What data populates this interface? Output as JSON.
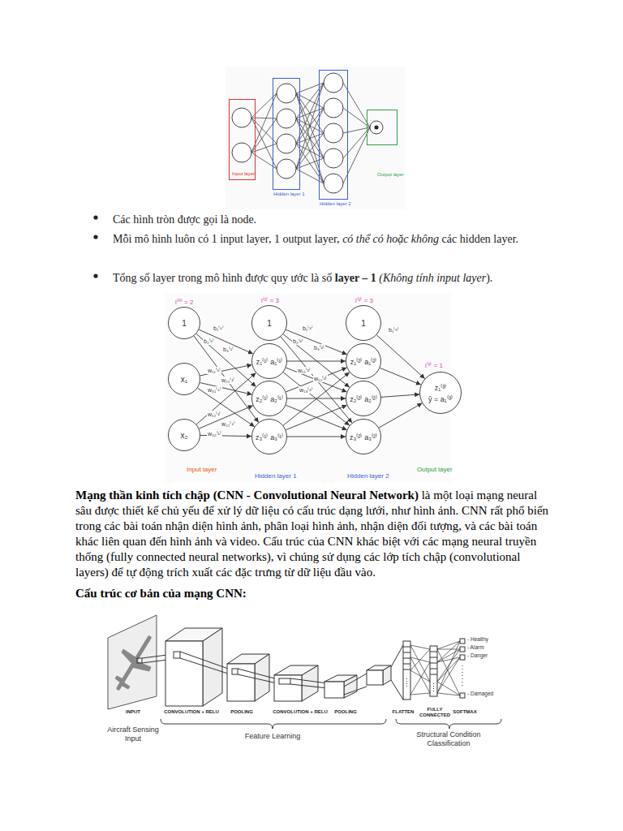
{
  "diagram": {
    "nodes": [
      {
        "text": [
          "Input layer"
        ]
      },
      {
        "text": [
          "Hidden layer 1"
        ]
      },
      {
        "text": [
          "Hidden layer 2"
        ]
      },
      {
        "text": [
          "Output layer"
        ]
      },
      {
        "text": [
          "1"
        ]
      },
      {
        "text": [
          "x₁"
        ]
      },
      {
        "text": [
          "x₂"
        ]
      },
      {
        "text": [
          "1"
        ]
      },
      {
        "text": [
          "z₁⁽¹⁾",
          "a₁⁽¹⁾"
        ]
      },
      {
        "text": [
          "z₂⁽¹⁾",
          "a₂⁽¹⁾"
        ]
      },
      {
        "text": [
          "z₃⁽¹⁾",
          "a₃⁽¹⁾"
        ]
      },
      {
        "text": [
          "1"
        ]
      },
      {
        "text": [
          "z₁⁽²⁾",
          "a₁⁽²⁾"
        ]
      },
      {
        "text": [
          "z₂⁽²⁾",
          "a₂⁽²⁾"
        ]
      },
      {
        "text": [
          "z₃⁽²⁾",
          "a₃⁽²⁾"
        ]
      },
      {
        "text": [
          "z₁⁽³⁾",
          "ŷ = a₁⁽³⁾"
        ]
      }
    ],
    "edges": [
      {
        "from": 4,
        "to": 8,
        "arrow": "to"
      },
      {
        "from": 4,
        "to": 9,
        "arrow": "to"
      },
      {
        "from": 4,
        "to": 10,
        "arrow": "to"
      },
      {
        "from": 5,
        "to": 8,
        "arrow": "to"
      },
      {
        "from": 5,
        "to": 9,
        "arrow": "to"
      },
      {
        "from": 5,
        "to": 10,
        "arrow": "to"
      },
      {
        "from": 6,
        "to": 8,
        "arrow": "to"
      },
      {
        "from": 6,
        "to": 9,
        "arrow": "to"
      },
      {
        "from": 6,
        "to": 10,
        "arrow": "to"
      },
      {
        "from": 7,
        "to": 12,
        "arrow": "to"
      },
      {
        "from": 7,
        "to": 13,
        "arrow": "to"
      },
      {
        "from": 7,
        "to": 14,
        "arrow": "to"
      },
      {
        "from": 8,
        "to": 12,
        "arrow": "to"
      },
      {
        "from": 8,
        "to": 13,
        "arrow": "to"
      },
      {
        "from": 8,
        "to": 14,
        "arrow": "to"
      },
      {
        "from": 9,
        "to": 12,
        "arrow": "to"
      },
      {
        "from": 9,
        "to": 13,
        "arrow": "to"
      },
      {
        "from": 9,
        "to": 14,
        "arrow": "to"
      },
      {
        "from": 10,
        "to": 12,
        "arrow": "to"
      },
      {
        "from": 10,
        "to": 13,
        "arrow": "to"
      },
      {
        "from": 10,
        "to": 14,
        "arrow": "to"
      },
      {
        "from": 11,
        "to": 15,
        "arrow": "to"
      },
      {
        "from": 12,
        "to": 15,
        "arrow": "to"
      },
      {
        "from": 13,
        "to": 15,
        "arrow": "to"
      },
      {
        "from": 14,
        "to": 15,
        "arrow": "to"
      }
    ],
    "labels": [
      "Các hình tròn được gọi là node.",
      "Mỗi mô hình luôn có 1 input layer, 1 output layer, ",
      "có thể có hoặc không",
      " các hidden layer.",
      "Tổng số layer trong mô hình được quy ước là số ",
      "layer – 1",
      " (Không tính input layer",
      ").",
      "l⁽⁰⁾ = 2",
      "l⁽¹⁾ = 3",
      "l⁽²⁾ = 3",
      "l⁽³⁾ = 1",
      "b₁⁽¹⁾",
      "b₂⁽¹⁾",
      "b₃⁽¹⁾",
      "w₁₁⁽¹⁾",
      "w₂₁⁽¹⁾",
      "w₃₁⁽¹⁾",
      "w₁₂⁽¹⁾",
      "w₂₂⁽¹⁾",
      "w₃₂⁽¹⁾",
      "b₁⁽²⁾",
      "b₂⁽²⁾",
      "b₃⁽²⁾",
      "w₁₁⁽²⁾",
      "w₁₂⁽²⁾",
      "w₁₃⁽²⁾",
      "b₁⁽³⁾",
      "Input layer",
      "Hidden layer 1",
      "Hidden layer 2",
      "Output layer",
      "Mạng thần kinh tích chập (CNN - Convolutional Neural Network)",
      " là một loại mạng neural sâu được thiết kế chủ yếu để xử lý dữ liệu có cấu trúc dạng lưới, như hình ảnh. CNN rất phổ biến trong các bài toán nhận diện hình ảnh, phân loại hình ảnh, nhận diện đối tượng, và các bài toán khác liên quan đến hình ảnh và video. Cấu trúc của CNN khác biệt với các mạng neural truyền thống (fully connected neural networks), vì chúng sử dụng các lớp tích chập (convolutional layers) để tự động trích xuất các đặc trưng từ dữ liệu đầu vào.",
      "Cấu trúc cơ bản của mạng CNN:",
      "INPUT",
      "CONVOLUTION + RELU",
      "POOLING",
      "CONVOLUTION + RELU",
      "POOLING",
      "FLATTEN",
      "FULLY CONNECTED",
      "SOFTMAX",
      "- Healthy",
      "- Alarm",
      "- Danger",
      "- Damaged",
      "Aircraft Sensing Input",
      "Feature Learning",
      "Structural Condition Classification"
    ]
  }
}
